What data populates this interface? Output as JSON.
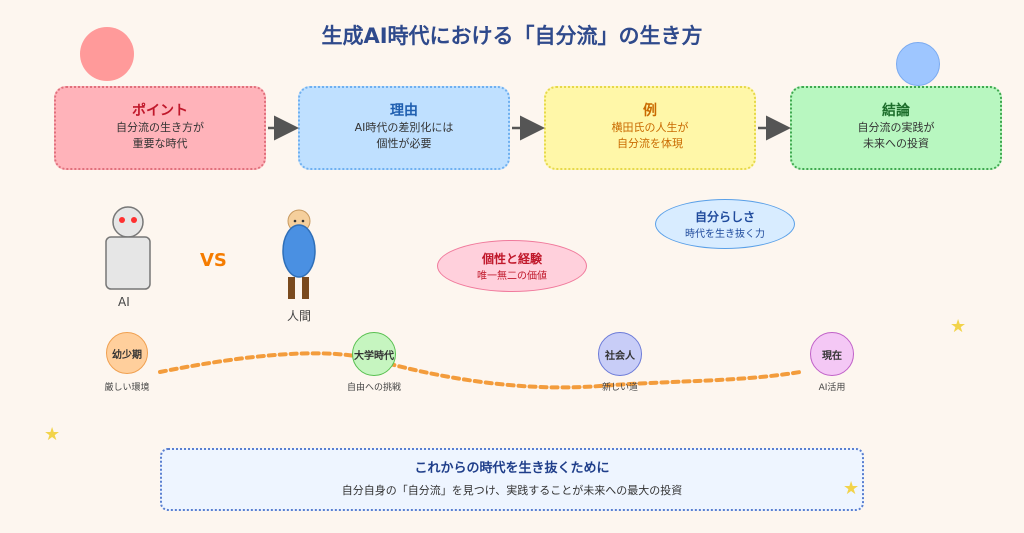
{
  "title": "生成AI時代における「自分流」の生き方",
  "cards": [
    {
      "title": "ポイント",
      "lines": [
        "自分流の生き方が",
        "重要な時代"
      ]
    },
    {
      "title": "理由",
      "lines": [
        "AI時代の差別化には",
        "個性が必要"
      ]
    },
    {
      "title": "例",
      "lines": [
        "横田氏の人生が",
        "自分流を体現"
      ]
    },
    {
      "title": "結論",
      "lines": [
        "自分流の実践が",
        "未来への投資"
      ]
    }
  ],
  "comparison": {
    "ai_label": "AI",
    "vs_label": "VS",
    "human_label": "人間"
  },
  "bubbles": {
    "uniqueness": {
      "title": "個性と経験",
      "sub": "唯一無二の価値"
    },
    "self": {
      "title": "自分らしさ",
      "sub": "時代を生き抜く力"
    }
  },
  "timeline": [
    {
      "name": "幼少期",
      "label": "厳しい環境"
    },
    {
      "name": "大学時代",
      "label": "自由への挑戦"
    },
    {
      "name": "社会人",
      "label": "新しい道"
    },
    {
      "name": "現在",
      "label": "AI活用"
    }
  ],
  "banner": {
    "heading": "これからの時代を生き抜くために",
    "body": "自分自身の「自分流」を見つけ、実践することが未来への最大の投資"
  },
  "colors": {
    "title": "#2f4a8c",
    "point": "#ffb3ba",
    "reason": "#bfe0ff",
    "example": "#fff7a8",
    "conclusion": "#b8f7c0",
    "vs": "#f57c00",
    "timeline_path": "#f39c3c"
  }
}
